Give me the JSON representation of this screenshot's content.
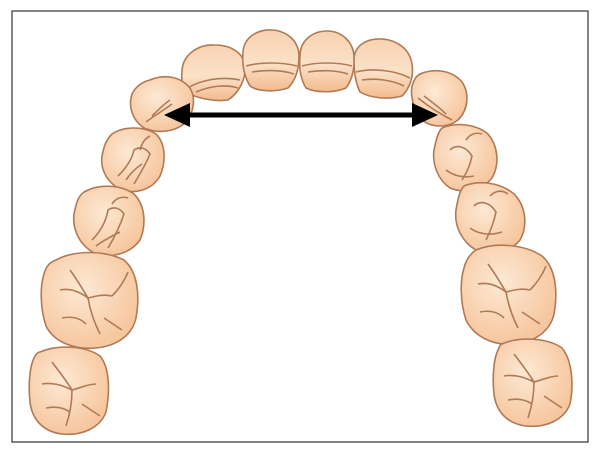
{
  "diagram": {
    "subject": "upper-dental-arch-occlusal-view",
    "teeth": [
      {
        "side": "right",
        "type": "second-molar"
      },
      {
        "side": "right",
        "type": "first-molar"
      },
      {
        "side": "right",
        "type": "second-premolar"
      },
      {
        "side": "right",
        "type": "first-premolar"
      },
      {
        "side": "right",
        "type": "canine"
      },
      {
        "side": "right",
        "type": "lateral-incisor"
      },
      {
        "side": "right",
        "type": "central-incisor"
      },
      {
        "side": "left",
        "type": "central-incisor"
      },
      {
        "side": "left",
        "type": "lateral-incisor"
      },
      {
        "side": "left",
        "type": "canine"
      },
      {
        "side": "left",
        "type": "first-premolar"
      },
      {
        "side": "left",
        "type": "second-premolar"
      },
      {
        "side": "left",
        "type": "first-molar"
      },
      {
        "side": "left",
        "type": "second-molar"
      }
    ],
    "measurement": {
      "type": "inter-canine-width",
      "style": "double-headed-arrow"
    },
    "colors": {
      "tooth_fill_light": "#fde9d4",
      "tooth_fill_dark": "#f5c196",
      "tooth_outline": "#b07a56",
      "arrow": "#000000",
      "frame": "#333333"
    }
  }
}
